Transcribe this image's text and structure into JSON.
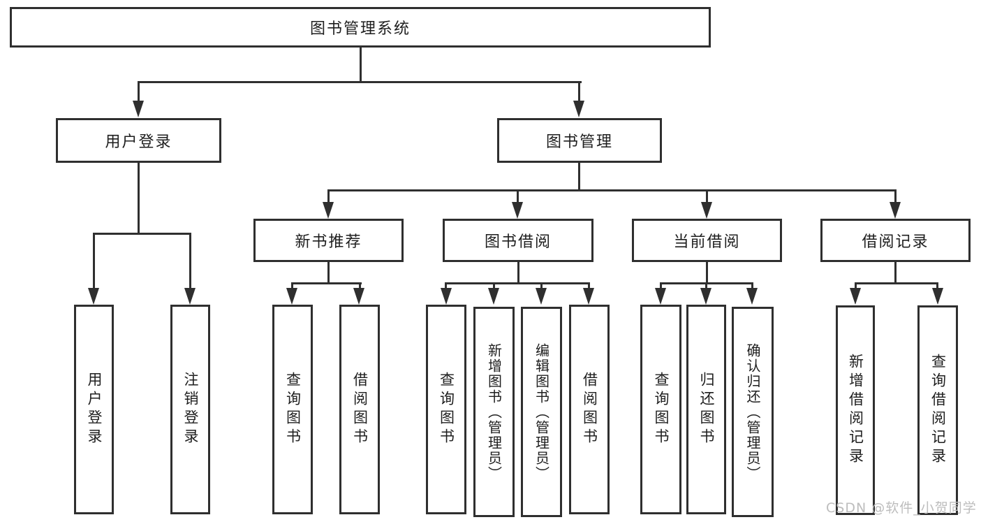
{
  "diagram": {
    "type": "hierarchy-tree",
    "colors": {
      "line": "#2f2f2f",
      "text": "#1e1e1e",
      "background": "#ffffff",
      "watermark": "#bdbdbd"
    },
    "tree": {
      "root": {
        "label": "图书管理系统"
      },
      "children": [
        {
          "label": "用户登录",
          "children": [
            {
              "label": "用户登录"
            },
            {
              "label": "注销登录"
            }
          ]
        },
        {
          "label": "图书管理",
          "children": [
            {
              "label": "新书推荐",
              "children": [
                {
                  "label": "查询图书"
                },
                {
                  "label": "借阅图书"
                }
              ]
            },
            {
              "label": "图书借阅",
              "children": [
                {
                  "label": "查询图书"
                },
                {
                  "label": "新增图书（管理员）"
                },
                {
                  "label": "编辑图书（管理员）"
                },
                {
                  "label": "借阅图书"
                }
              ]
            },
            {
              "label": "当前借阅",
              "children": [
                {
                  "label": "查询图书"
                },
                {
                  "label": "归还图书"
                },
                {
                  "label": "确认归还（管理员）"
                }
              ]
            },
            {
              "label": "借阅记录",
              "children": [
                {
                  "label": "新增借阅记录"
                },
                {
                  "label": "查询借阅记录"
                }
              ]
            }
          ]
        }
      ]
    }
  },
  "watermark": {
    "text": "CSDN @软件_小贺同学"
  }
}
